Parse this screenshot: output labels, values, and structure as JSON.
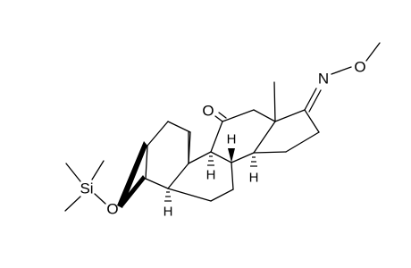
{
  "structure": {
    "atom_labels": {
      "oxygen_ketone": "O",
      "nitrogen": "N",
      "oxygen_oxime": "O",
      "silicon": "Si",
      "oxygen_ether": "O",
      "h5": "H",
      "h8": "H",
      "h9": "H",
      "h14": "H"
    },
    "colors": {
      "ink": "#000000",
      "background": "#ffffff"
    }
  }
}
